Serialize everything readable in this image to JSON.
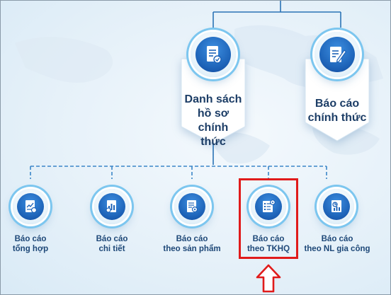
{
  "colors": {
    "accent": "#1d63b8",
    "connector": "#2a73b5",
    "highlight": "#e01b1b"
  },
  "top_nodes": [
    {
      "label_lines": [
        "Danh sách",
        "hồ sơ chính",
        "thức"
      ],
      "icon": "document-list-check-icon"
    },
    {
      "label_lines": [
        "Báo cáo",
        "chính thức"
      ],
      "icon": "document-pen-icon"
    }
  ],
  "bottom_nodes": [
    {
      "label_lines": [
        "Báo cáo",
        "tổng hợp"
      ],
      "icon": "report-chart-icon"
    },
    {
      "label_lines": [
        "Báo cáo",
        "chi tiết"
      ],
      "icon": "report-detail-icon"
    },
    {
      "label_lines": [
        "Báo cáo",
        "theo sản phẩm"
      ],
      "icon": "report-product-icon"
    },
    {
      "label_lines": [
        "Báo cáo",
        "theo TKHQ"
      ],
      "icon": "report-customs-icon"
    },
    {
      "label_lines": [
        "Báo cáo",
        "theo NL gia công"
      ],
      "icon": "report-material-icon"
    }
  ],
  "highlighted_node": "Báo cáo theo TKHQ"
}
